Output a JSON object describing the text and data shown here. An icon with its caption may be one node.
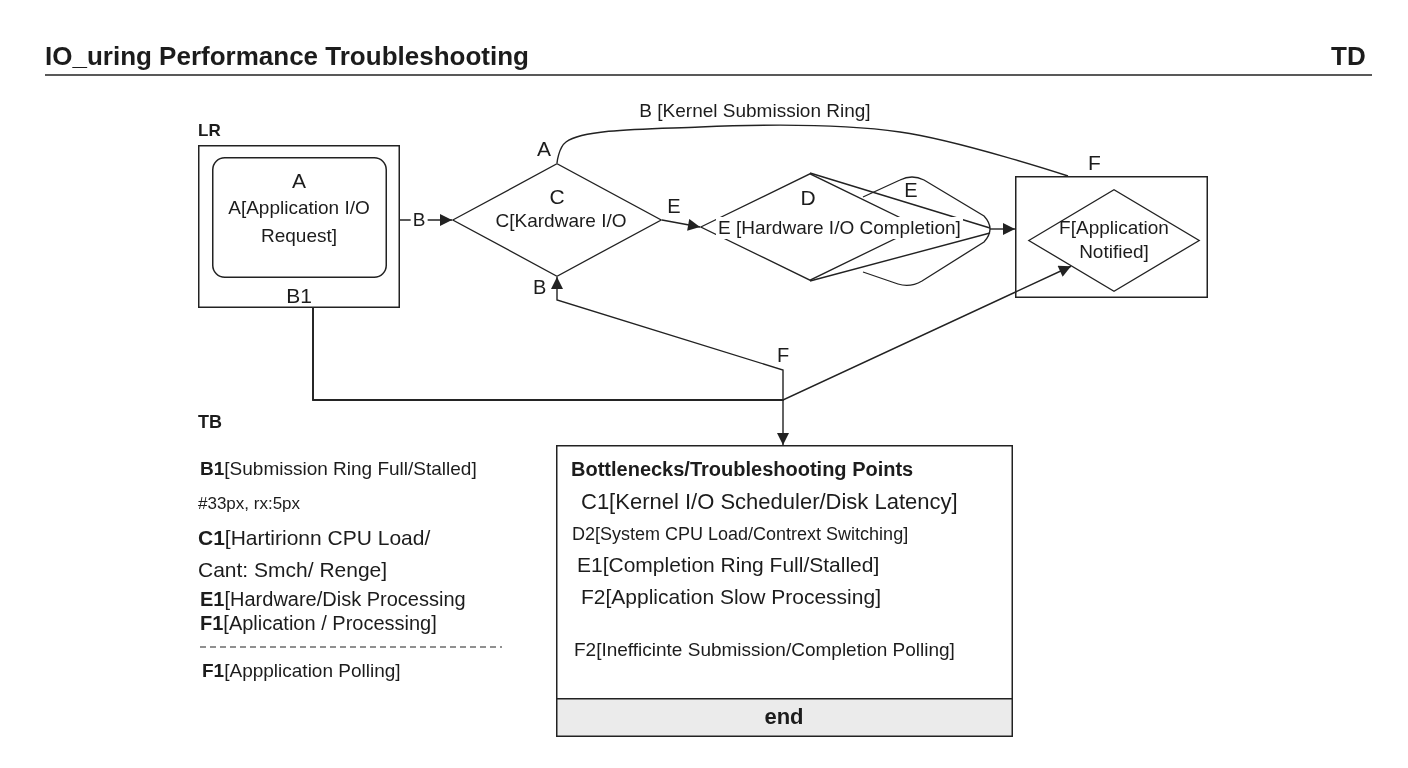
{
  "diagram": {
    "title": "IO_uring Performance Troubleshooting",
    "nodes": [
      {
        "text": [
          "LR",
          "B1"
        ]
      },
      {
        "text": [
          "A",
          "A[Application I/O Request]"
        ],
        "in": 0
      },
      {
        "text": [
          "C",
          "C[Kardware I/O"
        ],
        "beside": [
          "A",
          "B"
        ]
      },
      {
        "text": [
          "D",
          "E [Hardware I/O Completion]"
        ]
      },
      {
        "text": [
          "E"
        ]
      },
      {
        "text": [
          "F"
        ]
      },
      {
        "text": [
          "F[Application Notified]"
        ],
        "in": 5
      },
      {
        "text": [
          "Bottlenecks/Troubleshooting Points",
          "C1[Kernel I/O Scheduler/Disk Latency]",
          "D2[System CPU Load/Contrext Switching]",
          "E1[Completion Ring Full/Stalled]",
          "F2[Application Slow Processing]",
          "F2[Inefficinte Submission/Completion Polling]"
        ]
      },
      {
        "text": [
          "end"
        ],
        "in": 7
      }
    ],
    "edges": [
      {
        "from": 0,
        "to": 2,
        "arrow": "to",
        "label": "B"
      },
      {
        "from": 2,
        "to": 3,
        "arrow": "to",
        "label": "E"
      },
      {
        "from": 4,
        "to": 5,
        "arrow": "to"
      },
      {
        "from": 2,
        "to": 5,
        "arrow": "none",
        "label": "B [Kernel Submission Ring]"
      },
      {
        "from": 0,
        "to": 7,
        "arrow": "to"
      },
      {
        "from": 0,
        "to": 2,
        "arrow": "to",
        "label": "F"
      },
      {
        "from": 0,
        "to": 6,
        "arrow": "to"
      },
      {
        "from": 3,
        "to": 4,
        "arrow": "none"
      },
      {
        "from": 3,
        "to": 4,
        "arrow": "none"
      }
    ],
    "labels": [
      "TD",
      "TB",
      "**B1**[Submission Ring Full/Stalled]",
      "#33px, rx:5px",
      "**C1**[Hartirionn CPU Load/ Cant: Smch/ Renge]",
      "**E1**[Hardware/Disk Processing",
      "**F1**[Aplication / Processing]",
      "**F1**[Appplication Polling]"
    ]
  }
}
